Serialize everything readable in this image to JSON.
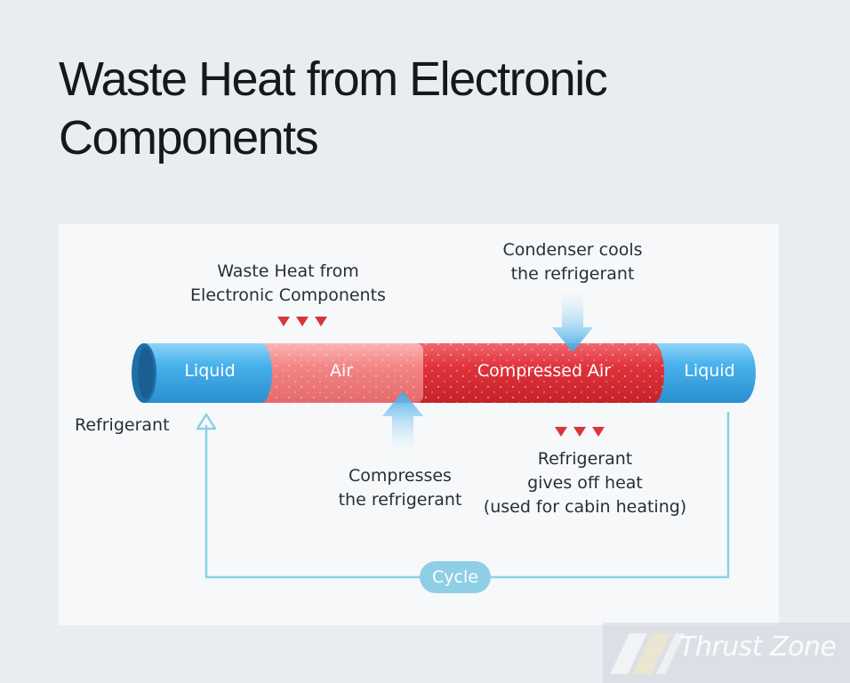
{
  "title": {
    "line1": "Waste Heat from Electronic",
    "line2": "Components"
  },
  "diagram": {
    "segments": {
      "liquid_left": "Liquid",
      "air": "Air",
      "compressed_air": "Compressed Air",
      "liquid_right": "Liquid"
    },
    "labels": {
      "waste_heat_line1": "Waste Heat from",
      "waste_heat_line2": "Electronic Components",
      "condenser_line1": "Condenser cools",
      "condenser_line2": "the refrigerant",
      "refrigerant": "Refrigerant",
      "compresses_line1": "Compresses",
      "compresses_line2": "the refrigerant",
      "gives_off_line1": "Refrigerant",
      "gives_off_line2": "gives off heat",
      "gives_off_line3": "(used for cabin heating)",
      "cycle": "Cycle"
    },
    "colors": {
      "liquid": "#3aa8e6",
      "air": "#f07f7f",
      "compressed_air": "#e0323a",
      "arrow": "#5fb6e8",
      "cycle_line": "#8ecfe6",
      "heat_marker": "#d9343c"
    }
  },
  "watermark": {
    "text": "Thrust Zone"
  }
}
